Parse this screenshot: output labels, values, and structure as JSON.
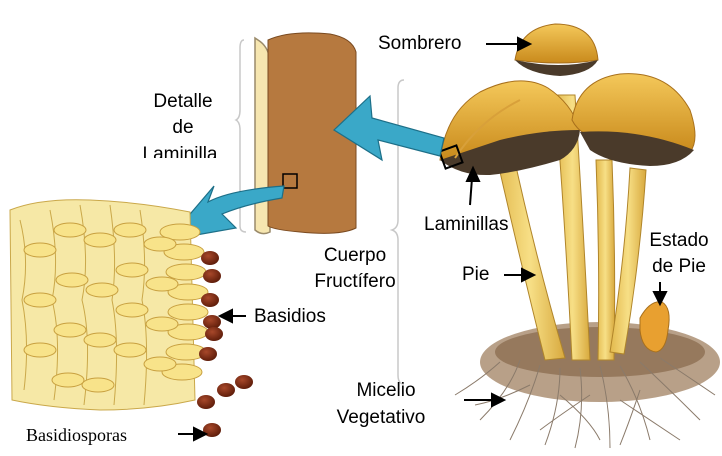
{
  "labels": {
    "sombrero": "Sombrero",
    "detalle_line1": "Detalle",
    "detalle_line2": "de",
    "detalle_line3": "Laminilla",
    "laminillas": "Laminillas",
    "cuerpo_line1": "Cuerpo",
    "cuerpo_line2": "Fructífero",
    "estado_line1": "Estado",
    "estado_line2": "de Pie",
    "pie": "Pie",
    "basidios": "Basidios",
    "micelio_line1": "Micelio",
    "micelio_line2": "Vegetativo",
    "basidiosporas": "Basidiosporas"
  },
  "colors": {
    "cap": "#e8b33a",
    "cap_shadow": "#c9891c",
    "gill": "#4a3a2a",
    "stem": "#f0cf6a",
    "lamella": "#b07a45",
    "hymenium": "#f3e08a",
    "spore": "#7a2a10",
    "arrow_fill": "#3aa8c8",
    "arrow_stroke": "#1d6f88",
    "mycelium": "#8a7a6a"
  }
}
